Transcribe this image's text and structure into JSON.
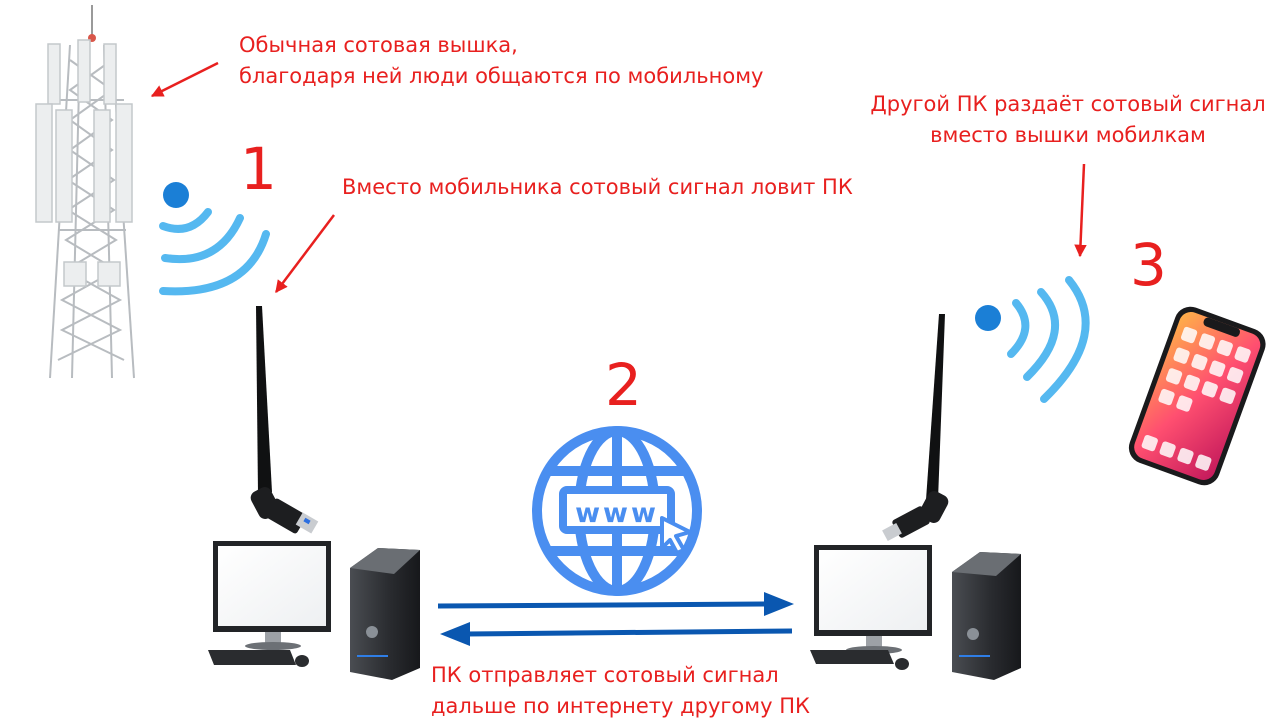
{
  "annotations": {
    "tower": {
      "line1": "Обычная сотовая вышка,",
      "line2": "благодаря ней люди общаются по мобильному"
    },
    "pc_receiver": "Вместо мобильника сотовый сигнал ловит ПК",
    "pc_sender": {
      "line1": "Другой ПК раздаёт сотовый сигнал",
      "line2": "вместо вышки мобилкам"
    },
    "internet": {
      "line1": "ПК отправляет сотовый сигнал",
      "line2": "дальше по интернету другому ПК"
    }
  },
  "steps": {
    "one": "1",
    "two": "2",
    "three": "3"
  },
  "globe_text": "www",
  "colors": {
    "annotation": "#e8201f",
    "signal_dot": "#1b7fd6",
    "signal_wave": "#55b8f0",
    "arrow": "#0a57b0",
    "globe": "#4a8ef0"
  }
}
